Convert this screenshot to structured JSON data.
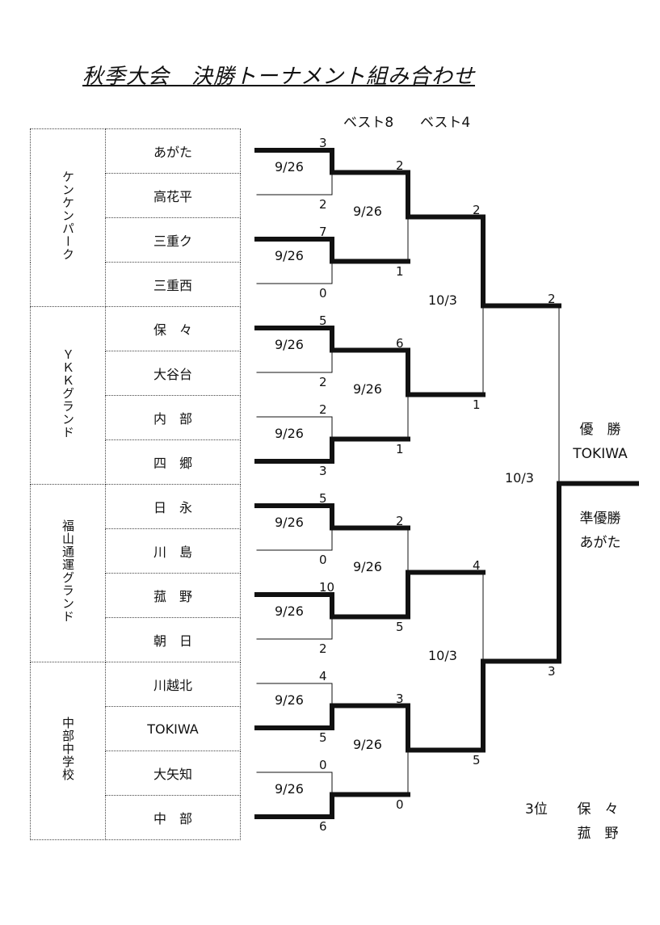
{
  "title": "秋季大会　決勝トーナメント組み合わせ",
  "round_labels": [
    "ベスト8",
    "ベスト4"
  ],
  "venues": [
    {
      "name": "ケンケンパーク"
    },
    {
      "name": "ＹＫＫグランド"
    },
    {
      "name": "福山通運グランド"
    },
    {
      "name": "中部中学校"
    }
  ],
  "teams": [
    "あがた",
    "高花平",
    "三重ク",
    "三重西",
    "保　々",
    "大谷台",
    "内　部",
    "四　郷",
    "日　永",
    "川　島",
    "菰　野",
    "朝　日",
    "川越北",
    "TOKIWA",
    "大矢知",
    "中　部"
  ],
  "r1": [
    {
      "date": "9/26",
      "top": "3",
      "bot": "2",
      "winner": "top"
    },
    {
      "date": "9/26",
      "top": "7",
      "bot": "0",
      "winner": "top"
    },
    {
      "date": "9/26",
      "top": "5",
      "bot": "2",
      "winner": "top"
    },
    {
      "date": "9/26",
      "top": "2",
      "bot": "3",
      "winner": "bot"
    },
    {
      "date": "9/26",
      "top": "5",
      "bot": "0",
      "winner": "top"
    },
    {
      "date": "9/26",
      "top": "10",
      "bot": "2",
      "winner": "top"
    },
    {
      "date": "9/26",
      "top": "4",
      "bot": "5",
      "winner": "bot"
    },
    {
      "date": "9/26",
      "top": "0",
      "bot": "6",
      "winner": "bot"
    }
  ],
  "r2": [
    {
      "date": "9/26",
      "top": "2",
      "bot": "1",
      "winner": "top"
    },
    {
      "date": "9/26",
      "top": "6",
      "bot": "1",
      "winner": "top"
    },
    {
      "date": "9/26",
      "top": "2",
      "bot": "5",
      "winner": "bot"
    },
    {
      "date": "9/26",
      "top": "3",
      "bot": "0",
      "winner": "top"
    }
  ],
  "r3": [
    {
      "date": "10/3",
      "top": "2",
      "bot": "1",
      "winner": "top"
    },
    {
      "date": "10/3",
      "top": "4",
      "bot": "5",
      "winner": "bot"
    }
  ],
  "final": {
    "date": "10/3",
    "top": "2",
    "bot": "3",
    "winner": "bot"
  },
  "results": {
    "champion_label": "優　勝",
    "champion": "TOKIWA",
    "runner_up_label": "準優勝",
    "runner_up": "あがた",
    "third_label": "3位",
    "third": [
      "保　々",
      "菰　野"
    ]
  }
}
